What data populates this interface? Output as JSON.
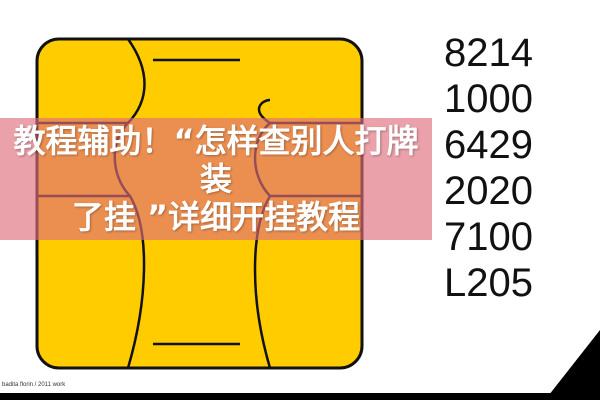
{
  "numbers": [
    "8214",
    "1000",
    "6429",
    "2020",
    "7100",
    "L205"
  ],
  "banner": {
    "line1": "教程辅助！“怎样查别人打牌装",
    "line2": "了挂 ”详细开挂教程"
  },
  "credit": "badita florin / 2011 work",
  "colors": {
    "chip": "#FFCC00",
    "banner": "#E06E7C",
    "text": "#111111"
  }
}
